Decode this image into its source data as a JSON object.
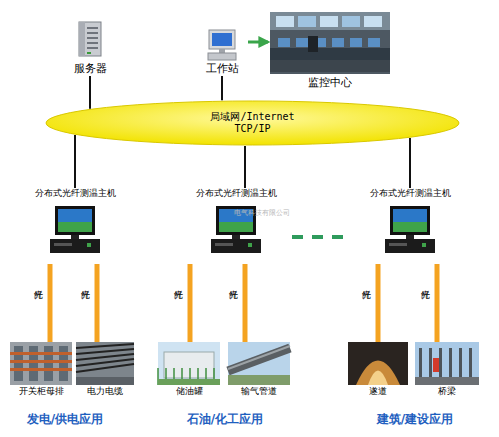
{
  "diagram": {
    "nodes": [
      {
        "text": [
          "服务器"
        ]
      },
      {
        "text": [
          "工作站"
        ]
      },
      {
        "text": [
          "监控中心"
        ]
      },
      {
        "text": [
          "局域网/Internet TCP/IP"
        ]
      },
      {
        "text": [
          "分布式光纤测温主机"
        ]
      },
      {
        "text": [
          "分布式光纤测温主机"
        ]
      },
      {
        "text": [
          "分布式光纤测温主机"
        ]
      },
      {
        "text": [
          "开关柜母排"
        ]
      },
      {
        "text": [
          "电力电缆"
        ]
      },
      {
        "text": [
          "储油罐"
        ]
      },
      {
        "text": [
          "输气管道"
        ]
      },
      {
        "text": [
          "遂道"
        ]
      },
      {
        "text": [
          "桥梁"
        ]
      }
    ],
    "edges": [
      {
        "from": 0,
        "to": 3,
        "arrow": "none"
      },
      {
        "from": 1,
        "to": 3,
        "arrow": "none"
      },
      {
        "from": 1,
        "to": 2,
        "arrow": "to"
      },
      {
        "from": 3,
        "to": 4,
        "arrow": "none"
      },
      {
        "from": 3,
        "to": 5,
        "arrow": "none"
      },
      {
        "from": 3,
        "to": 6,
        "arrow": "none"
      },
      {
        "from": 4,
        "to": 7,
        "label": "光纤",
        "arrow": "none"
      },
      {
        "from": 4,
        "to": 8,
        "label": "光纤",
        "arrow": "none"
      },
      {
        "from": 5,
        "to": 9,
        "label": "光纤",
        "arrow": "none"
      },
      {
        "from": 5,
        "to": 10,
        "label": "光纤",
        "arrow": "none"
      },
      {
        "from": 6,
        "to": 11,
        "label": "光纤",
        "arrow": "none"
      },
      {
        "from": 6,
        "to": 12,
        "label": "光纤",
        "arrow": "none"
      }
    ],
    "labels": [
      "电气科技有限公司",
      "发电/供电应用",
      "石油/化工应用",
      "建筑/建设应用"
    ]
  }
}
